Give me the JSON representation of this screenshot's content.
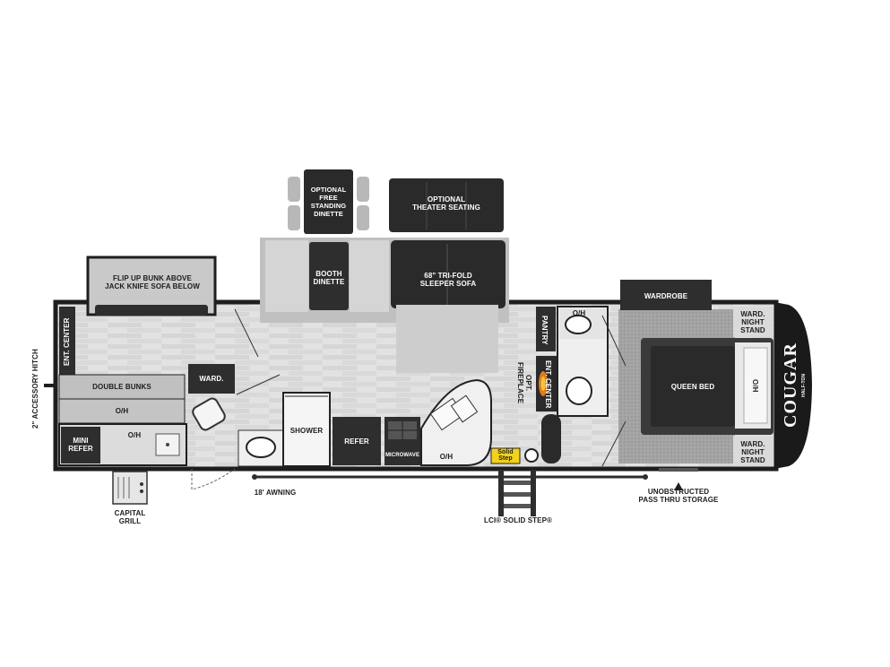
{
  "brand": {
    "name": "COUGAR",
    "sub": "HALF-TON"
  },
  "labels": {
    "hitch": "2\" ACCESSORY HITCH",
    "flip_bunk": "FLIP UP BUNK ABOVE\nJACK KNIFE SOFA BELOW",
    "ent_center_left": "ENT. CENTER",
    "double_bunks": "DOUBLE BUNKS",
    "oh_bunks": "O/H",
    "oh_refer": "O/H",
    "mini_refer": "MINI\nREFER",
    "ward_small": "WARD.",
    "shower": "SHOWER",
    "refer": "REFER",
    "microwave": "MICROWAVE",
    "oh_kitchen": "O/H",
    "booth_dinette": "BOOTH\nDINETTE",
    "optional_dinette": "OPTIONAL\nFREE\nSTANDING\nDINETTE",
    "theater": "OPTIONAL\nTHEATER SEATING",
    "sofa": "68\"  TRI-FOLD\nSLEEPER SOFA",
    "pantry": "PANTRY",
    "fireplace": "OPT. FIREPLACE",
    "ent_center_right": "ENT. CENTER",
    "oh_bath": "O/H",
    "wardrobe": "WARDROBE",
    "queen_bed": "QUEEN BED",
    "oh_bed": "O/H",
    "ward_nightstand": "WARD.\nNIGHT\nSTAND",
    "awning": "18' AWNING",
    "solid_step": "LCI® SOLID STEP®",
    "solid_step_badge": "Solid\nStep",
    "pass_thru": "UNOBSTRUCTED\nPASS THRU STORAGE",
    "capital_grill": "CAPITAL\nGRILL"
  },
  "colors": {
    "wall": "#1e1e1e",
    "floor": "#dcdcdc",
    "carpet": "#9a9a9a",
    "furniture_dark": "#2e2e2e",
    "slide_gray": "#c9c9c9",
    "fire": "#e07a1a",
    "badge_yellow": "#f2d21b"
  },
  "icons": [
    "sink-icon",
    "toilet-icon",
    "stove-icon",
    "fireplace-icon",
    "step-icon",
    "arrow-up-icon"
  ]
}
